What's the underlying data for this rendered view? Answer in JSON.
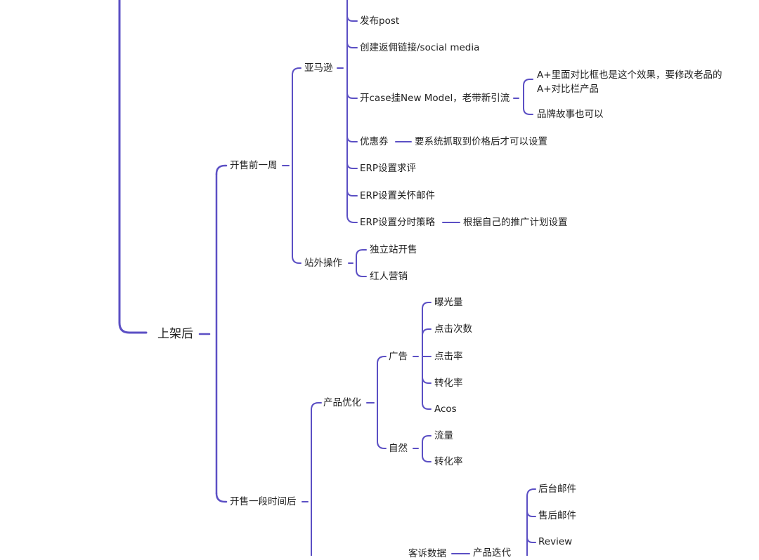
{
  "style": {
    "line_color": "#5b4fc4",
    "text_color": "#1f1f1f",
    "background": "#ffffff"
  },
  "mindmap": {
    "root": {
      "label": "上架后"
    },
    "pre_launch_week": {
      "label": "开售前一周",
      "amazon": {
        "label": "亚马逊",
        "items": {
          "post": "发布post",
          "affiliate": "创建返佣链接/social media",
          "new_model": "开case挂New Model，老带新引流",
          "coupon": "优惠券",
          "erp_review": "ERP设置求评",
          "erp_care": "ERP设置关怀邮件",
          "erp_pricing": "ERP设置分时策略"
        },
        "new_model_notes": {
          "aplus_line1": "A+里面对比框也是这个效果，要修改老品的",
          "aplus_line2": "A+对比栏产品",
          "brand_story": "品牌故事也可以"
        },
        "coupon_note": "要系统抓取到价格后才可以设置",
        "pricing_note": "根据自己的推广计划设置"
      },
      "offsite": {
        "label": "站外操作",
        "items": {
          "dtc_site": "独立站开售",
          "influencer": "红人营销"
        }
      }
    },
    "post_launch": {
      "label": "开售一段时间后",
      "product_opt": {
        "label": "产品优化",
        "ads": {
          "label": "广告",
          "items": {
            "impressions": "曝光量",
            "clicks": "点击次数",
            "ctr": "点击率",
            "cvr": "转化率",
            "acos": "Acos"
          }
        },
        "organic": {
          "label": "自然",
          "items": {
            "traffic": "流量",
            "cvr": "转化率"
          }
        }
      },
      "customer_data": {
        "label": "客诉数据",
        "iteration": {
          "label": "产品迭代",
          "items": {
            "backend_mail": "后台邮件",
            "aftersale_mail": "售后邮件",
            "review": "Review"
          }
        }
      }
    }
  }
}
